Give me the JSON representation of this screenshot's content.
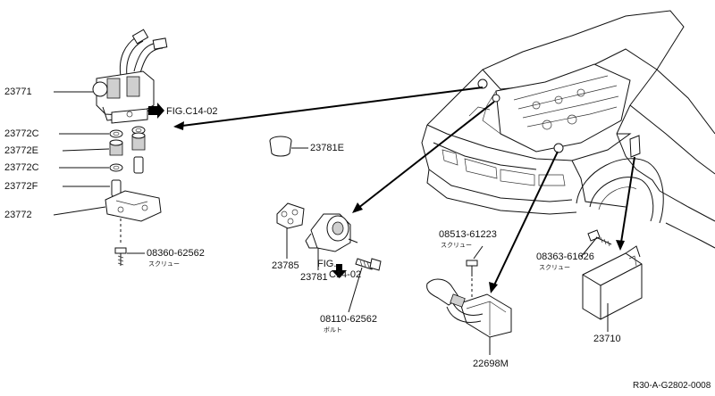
{
  "parts": {
    "p23771": "23771",
    "p23772C_a": "23772C",
    "p23772E": "23772E",
    "p23772C_b": "23772C",
    "p23772F": "23772F",
    "p23772": "23772",
    "p23781E": "23781E",
    "p23785": "23785",
    "p23781": "23781",
    "p22698M": "22698M",
    "p23710": "23710"
  },
  "fasteners": {
    "f08360": {
      "number": "08360-62562",
      "note": "スクリュー"
    },
    "f08110": {
      "number": "08110-62562",
      "note": "ボルト"
    },
    "f08513": {
      "number": "08513-61223",
      "note": "スクリュー"
    },
    "f08363": {
      "number": "08363-61626",
      "note": "スクリュー"
    }
  },
  "figure_refs": {
    "upper": "FIG.C14-02",
    "lower_line1": "FIG.",
    "lower_line2": "C14-02"
  },
  "diagram_code": "R30-A-G2802-0008"
}
